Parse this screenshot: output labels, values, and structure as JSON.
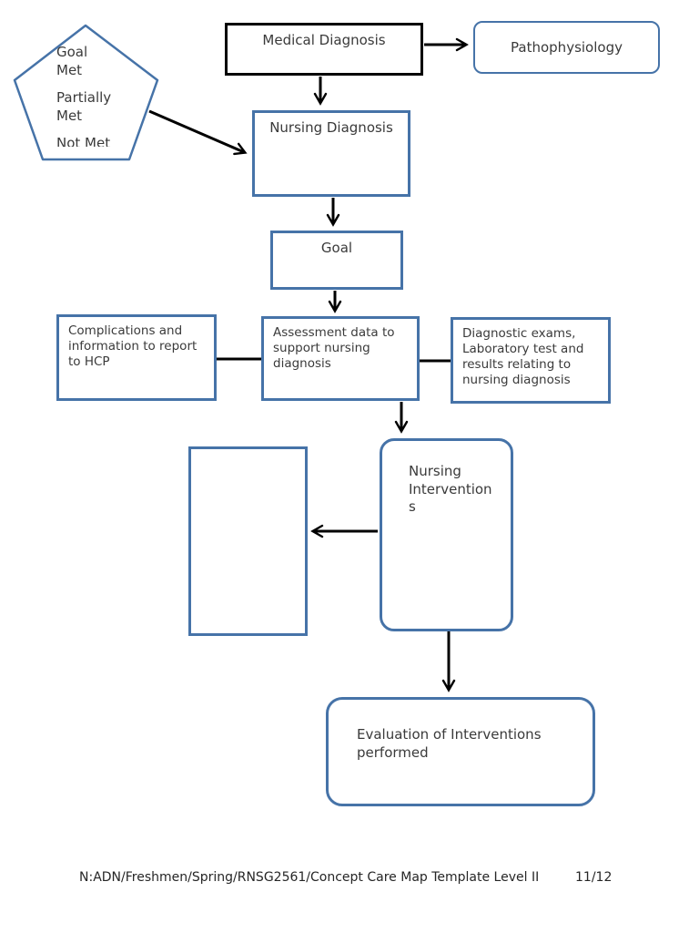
{
  "legend_pentagon": {
    "items": [
      "Goal\nMet",
      "Partially\nMet",
      "Not Met"
    ]
  },
  "boxes": {
    "medical_diagnosis": "Medical Diagnosis",
    "pathophysiology": "Pathophysiology",
    "nursing_diagnosis": "Nursing Diagnosis",
    "goal": "Goal",
    "complications": "Complications and information to report to HCP",
    "assessment": "Assessment data to support nursing diagnosis",
    "diagnostic_exams": "Diagnostic exams,  Laboratory test and results relating to nursing diagnosis",
    "empty_notes": "",
    "nursing_interventions": "Nursing Interventions",
    "evaluation": "Evaluation of Interventions performed"
  },
  "footer": {
    "file_path": "N:ADN/Freshmen/Spring/RNSG2561/Concept Care Map Template Level II",
    "page_number": "11/12"
  },
  "colors": {
    "shape_outline_blue": "#4673a8",
    "connector_black": "#000000",
    "text": "#3a3a3a",
    "background": "#ffffff"
  }
}
